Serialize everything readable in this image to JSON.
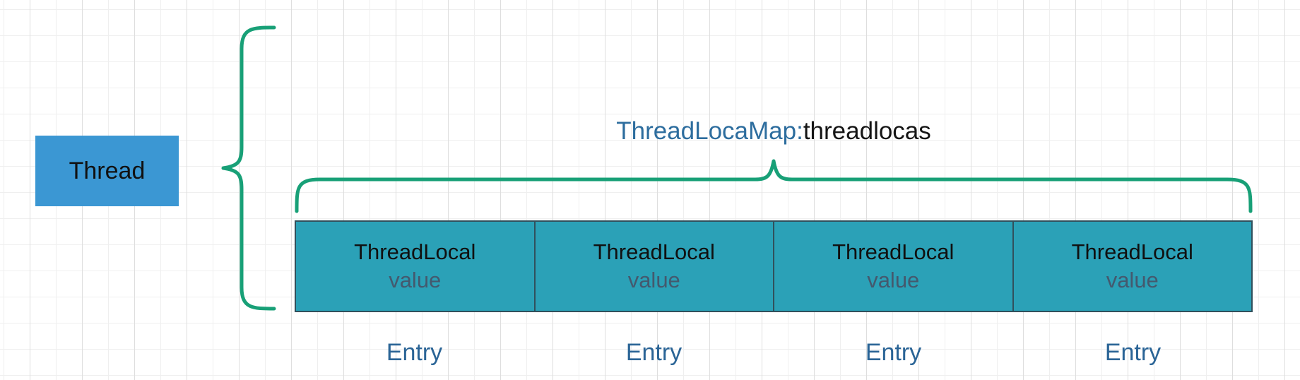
{
  "diagram": {
    "thread": {
      "label": "Thread"
    },
    "map_title": {
      "map_class": "ThreadLocaMap:",
      "field": "threadlocas"
    },
    "entries": [
      {
        "title": "ThreadLocal",
        "subtitle": "value",
        "label": "Entry"
      },
      {
        "title": "ThreadLocal",
        "subtitle": "value",
        "label": "Entry"
      },
      {
        "title": "ThreadLocal",
        "subtitle": "value",
        "label": "Entry"
      },
      {
        "title": "ThreadLocal",
        "subtitle": "value",
        "label": "Entry"
      }
    ]
  },
  "colors": {
    "thread_box_fill": "#3b97d3",
    "entry_box_fill": "#2ba1b7",
    "entry_box_border": "#31505c",
    "brace_green": "#18a077",
    "map_label_blue": "#2d6d9e",
    "entry_label_blue": "#2a6496",
    "value_text": "#44596e",
    "grid_line": "#efefef",
    "grid_strong": "#dedede"
  }
}
